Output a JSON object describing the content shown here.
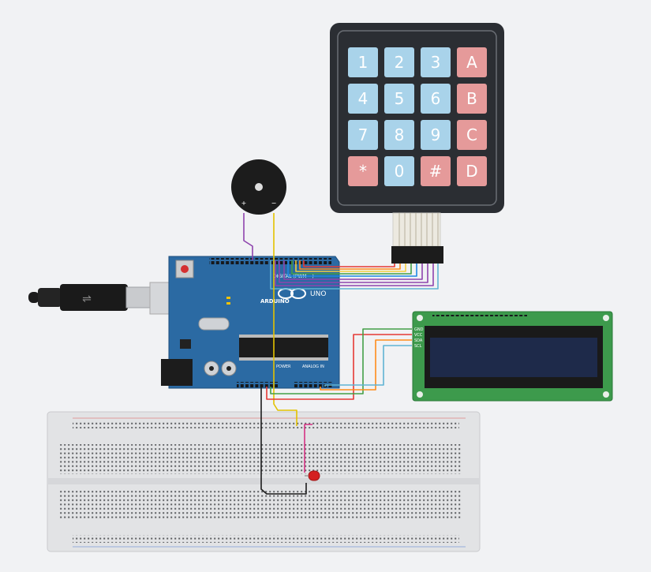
{
  "keypad": {
    "rows": [
      [
        {
          "label": "1",
          "kind": "num"
        },
        {
          "label": "2",
          "kind": "num"
        },
        {
          "label": "3",
          "kind": "num"
        },
        {
          "label": "A",
          "kind": "letter"
        }
      ],
      [
        {
          "label": "4",
          "kind": "num"
        },
        {
          "label": "5",
          "kind": "num"
        },
        {
          "label": "6",
          "kind": "num"
        },
        {
          "label": "B",
          "kind": "letter"
        }
      ],
      [
        {
          "label": "7",
          "kind": "num"
        },
        {
          "label": "8",
          "kind": "num"
        },
        {
          "label": "9",
          "kind": "num"
        },
        {
          "label": "C",
          "kind": "letter"
        }
      ],
      [
        {
          "label": "*",
          "kind": "letter"
        },
        {
          "label": "0",
          "kind": "num"
        },
        {
          "label": "#",
          "kind": "letter"
        },
        {
          "label": "D",
          "kind": "letter"
        }
      ]
    ]
  },
  "arduino": {
    "brand": "ARDUINO",
    "model": "UNO",
    "digital_label": "DIGITAL (PWM ~)",
    "power_label": "POWER",
    "analog_label": "ANALOG IN"
  },
  "lcd": {
    "pins": [
      "GND",
      "VCC",
      "SDA",
      "SCL"
    ]
  },
  "buzzer": {
    "plus": "+",
    "minus": "−"
  },
  "colors": {
    "background": "#f1f2f4",
    "keypad_body": "#2b2e33",
    "key_num": "#a9d3ea",
    "key_letter": "#e59a9a",
    "board": "#2b6aa3",
    "lcd_pcb": "#3d9a4c",
    "lcd_screen": "#1e2a4a",
    "breadboard": "#e2e3e5",
    "led": "#d42020"
  }
}
